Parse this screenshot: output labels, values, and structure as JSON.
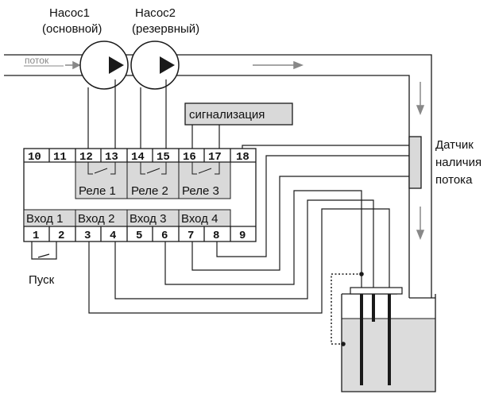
{
  "pumps": {
    "pump1": {
      "name": "Насос1",
      "role": "(основной)"
    },
    "pump2": {
      "name": "Насос2",
      "role": "(резервный)"
    }
  },
  "flow_label": "поток",
  "alarm_label": "сигнализация",
  "sensor_label": [
    "Датчик",
    "наличия",
    "потока"
  ],
  "start_label": "Пуск",
  "terminals_top": [
    "10",
    "11",
    "12",
    "13",
    "14",
    "15",
    "16",
    "17",
    "18"
  ],
  "terminals_bottom": [
    "1",
    "2",
    "3",
    "4",
    "5",
    "6",
    "7",
    "8",
    "9"
  ],
  "relays": [
    "Реле 1",
    "Реле 2",
    "Реле 3"
  ],
  "inputs": [
    "Вход 1",
    "Вход 2",
    "Вход 3",
    "Вход 4"
  ],
  "colors": {
    "line": "#1a1a1a",
    "flow_arrow": "#888888",
    "box_fill": "#d9d9d9",
    "tank_fill": "#dcdcdc"
  }
}
